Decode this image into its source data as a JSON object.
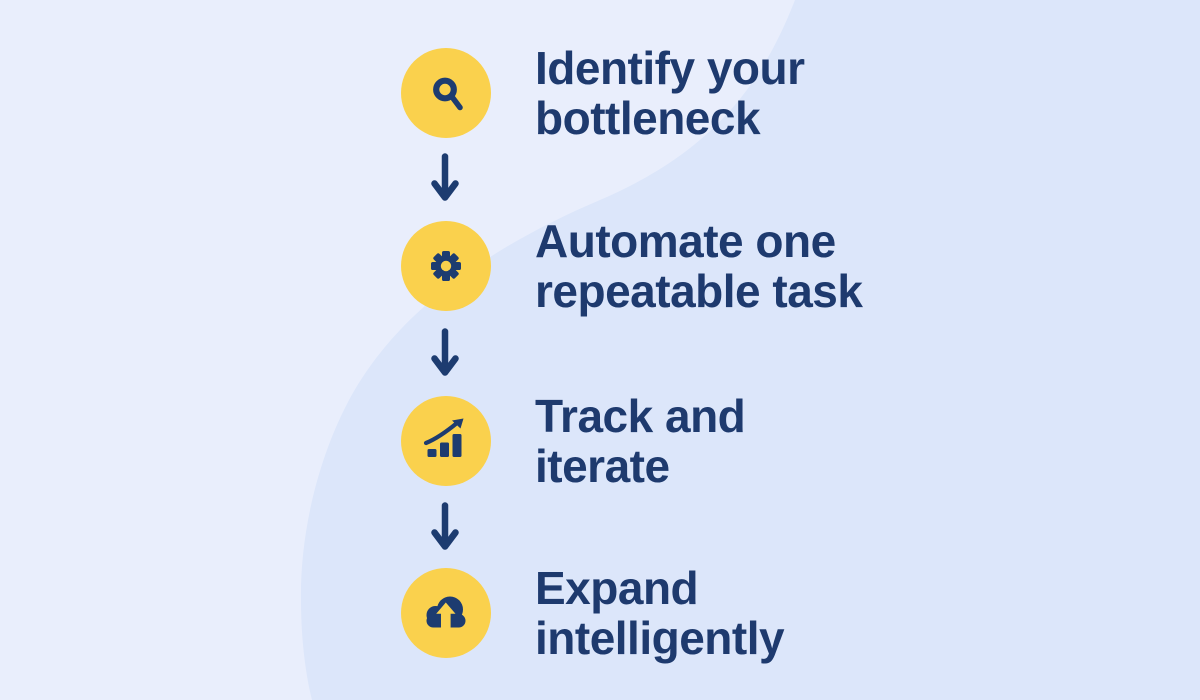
{
  "colors": {
    "background": "#E9EEFC",
    "blob": "#DCE6FA",
    "circle_yellow": "#FAD14D",
    "navy": "#1E3A6E",
    "navy_icon": "#1D3C70"
  },
  "steps": [
    {
      "icon": "search-icon",
      "line1": "Identify your",
      "line2": "bottleneck"
    },
    {
      "icon": "gear-icon",
      "line1": "Automate one",
      "line2": "repeatable task"
    },
    {
      "icon": "chart-growth-icon",
      "line1": "Track and",
      "line2": "iterate"
    },
    {
      "icon": "cloud-upload-icon",
      "line1": "Expand",
      "line2": "intelligently"
    }
  ],
  "connectors": [
    {
      "icon": "down-arrow-icon"
    },
    {
      "icon": "down-arrow-icon"
    },
    {
      "icon": "down-arrow-icon"
    }
  ]
}
